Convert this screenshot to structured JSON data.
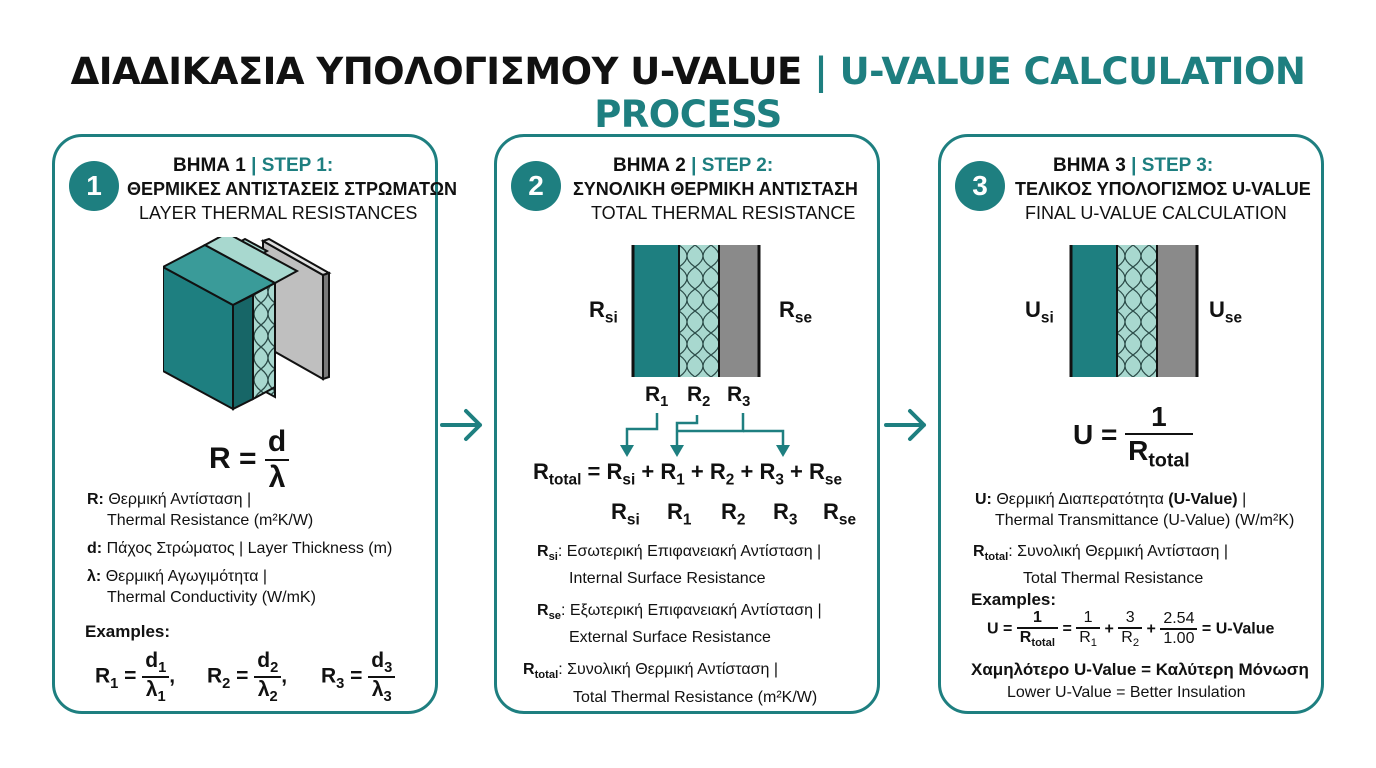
{
  "title": {
    "greek": "ΔΙΑΔΙΚΑΣΙΑ ΥΠΟΛΟΓΙΣΜΟΥ U-VALUE",
    "separator": "|",
    "english": "U-VALUE CALCULATION PROCESS"
  },
  "colors": {
    "accent": "#1e7f80",
    "insulation": "#a8d8cf",
    "panel_gray": "#8a8a8a"
  },
  "arrow_icon": "right-arrow-icon",
  "steps": [
    {
      "number": "1",
      "heading_gr": "ΒΗΜΑ 1",
      "heading_sep": "|",
      "heading_en": "STEP 1:",
      "subtitle_gr": "ΘΕΡΜΙΚΕΣ ΑΝΤΙΣΤΑΣΕΙΣ ΣΤΡΩΜΑΤΩΝ",
      "subtitle_en": "LAYER THERMAL RESISTANCES",
      "formula": {
        "lhs": "R =",
        "num": "d",
        "den": "λ"
      },
      "defs": [
        {
          "sym": "R:",
          "gr": "Θερμική Αντίσταση |",
          "en": "Thermal Resistance (m²K/W)"
        },
        {
          "sym": "d:",
          "gr": "Πάχος Στρώματος | Layer Thickness (m)",
          "en": ""
        },
        {
          "sym": "λ:",
          "gr": "Θερμική Αγωγιμότητα |",
          "en": "Thermal Conductivity (W/mK)"
        }
      ],
      "examples_label": "Examples:",
      "examples": [
        {
          "r": "R",
          "i": "1",
          "d": "d",
          "l": "λ",
          "tail": ","
        },
        {
          "r": "R",
          "i": "2",
          "d": "d",
          "l": "λ",
          "tail": ","
        },
        {
          "r": "R",
          "i": "3",
          "d": "d",
          "l": "λ",
          "tail": ""
        }
      ]
    },
    {
      "number": "2",
      "heading_gr": "ΒΗΜΑ 2",
      "heading_sep": "|",
      "heading_en": "STEP 2:",
      "subtitle_gr": "ΣΥΝΟΛΙΚΗ ΘΕΡΜΙΚΗ ΑΝΤΙΣΤΑΣΗ",
      "subtitle_en": "TOTAL THERMAL RESISTANCE",
      "side_left": {
        "base": "R",
        "sub": "si"
      },
      "side_right": {
        "base": "R",
        "sub": "se"
      },
      "layer_labels": [
        {
          "base": "R",
          "sub": "1"
        },
        {
          "base": "R",
          "sub": "2"
        },
        {
          "base": "R",
          "sub": "3"
        }
      ],
      "equation": {
        "lhs": "R",
        "lhs_sub": "total",
        "eq": "=",
        "terms": [
          {
            "b": "R",
            "s": "si"
          },
          {
            "b": "R",
            "s": "1"
          },
          {
            "b": "R",
            "s": "2"
          },
          {
            "b": "R",
            "s": "3"
          },
          {
            "b": "R",
            "s": "se"
          }
        ],
        "plus": "+"
      },
      "term_row": [
        {
          "b": "R",
          "s": "si"
        },
        {
          "b": "R",
          "s": "1"
        },
        {
          "b": "R",
          "s": "2"
        },
        {
          "b": "R",
          "s": "3"
        },
        {
          "b": "R",
          "s": "se"
        }
      ],
      "defs": [
        {
          "base": "R",
          "sub": "si",
          "gr": ": Εσωτερική Επιφανειακή Αντίσταση |",
          "en": "Internal Surface Resistance"
        },
        {
          "base": "R",
          "sub": "se",
          "gr": ": Εξωτερική Επιφανειακή Αντίσταση |",
          "en": "External Surface Resistance"
        },
        {
          "base": "R",
          "sub": "total",
          "gr": ": Συνολική Θερμική Αντίσταση |",
          "en": "Total Thermal Resistance (m²K/W)"
        }
      ]
    },
    {
      "number": "3",
      "heading_gr": "ΒΗΜΑ 3",
      "heading_sep": "|",
      "heading_en": "STEP 3:",
      "subtitle_gr": "ΤΕΛΙΚΟΣ ΥΠΟΛΟΓΙΣΜΟΣ U-VALUE",
      "subtitle_en": "FINAL U-VALUE CALCULATION",
      "side_left": {
        "base": "U",
        "sub": "si"
      },
      "side_right": {
        "base": "U",
        "sub": "se"
      },
      "formula": {
        "lhs": "U =",
        "num": "1",
        "den": "R",
        "den_sub": "total"
      },
      "def_u": {
        "sym": "U:",
        "gr": "Θερμική Διαπερατότητα",
        "bold": "(U-Value)",
        "tail": "|",
        "en": "Thermal Transmittance (U-Value) (W/m²K)"
      },
      "def_r": {
        "base": "R",
        "sub": "total",
        "gr": ": Συνολική Θερμική Αντίσταση |",
        "en": "Total Thermal Resistance"
      },
      "examples_label": "Examples:",
      "example": {
        "u": "U =",
        "f1n": "1",
        "f1d": "R",
        "f1s": "total",
        "eq": "=",
        "f2n": "1",
        "f2d": "R",
        "f2s": "1",
        "plus": "+",
        "f3n": "3",
        "f3d": "R",
        "f3s": "2",
        "f4n": "2.54",
        "f4d": "1.00",
        "result": "= U-Value"
      },
      "note_gr": "Χαμηλότερο U-Value = Καλύτερη Μόνωση",
      "note_en": "Lower U-Value = Better Insulation"
    }
  ]
}
